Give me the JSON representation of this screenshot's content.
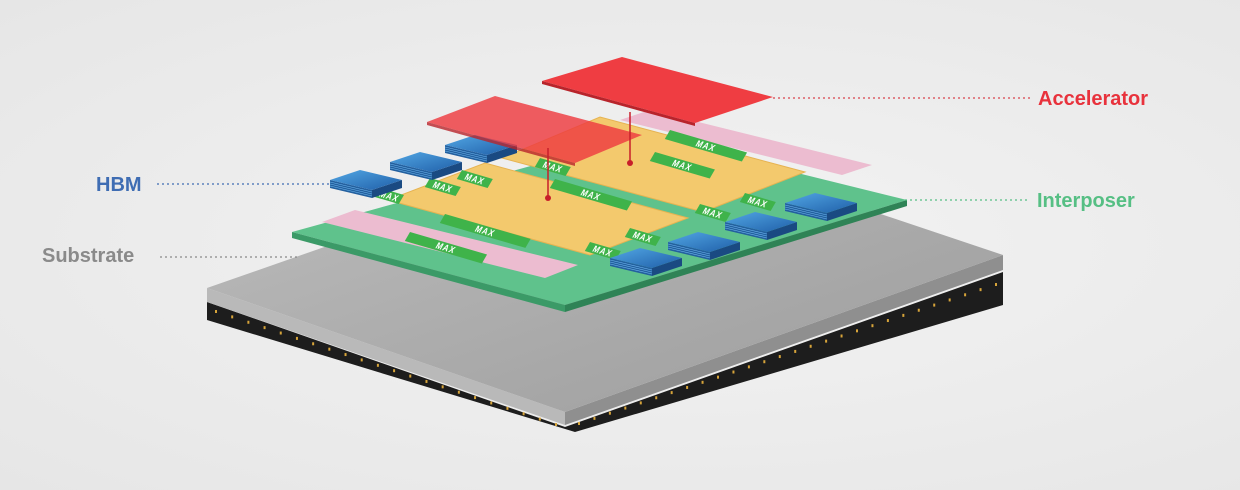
{
  "labels": {
    "accelerator": "Accelerator",
    "interposer": "Interposer",
    "hbm": "HBM",
    "substrate": "Substrate"
  },
  "chip_label": "MAX",
  "colors": {
    "accelerator": "#e8323c",
    "interposer": "#56bf84",
    "hbm": "#3f6db3",
    "substrate": "#8a8a8a",
    "accelerator_die": "#ee3a3f",
    "compute_die": "#f3c96d",
    "io_die": "#ecbcd0",
    "hbm_stack": "#2f82c9",
    "chip_block": "#3fb34a"
  }
}
